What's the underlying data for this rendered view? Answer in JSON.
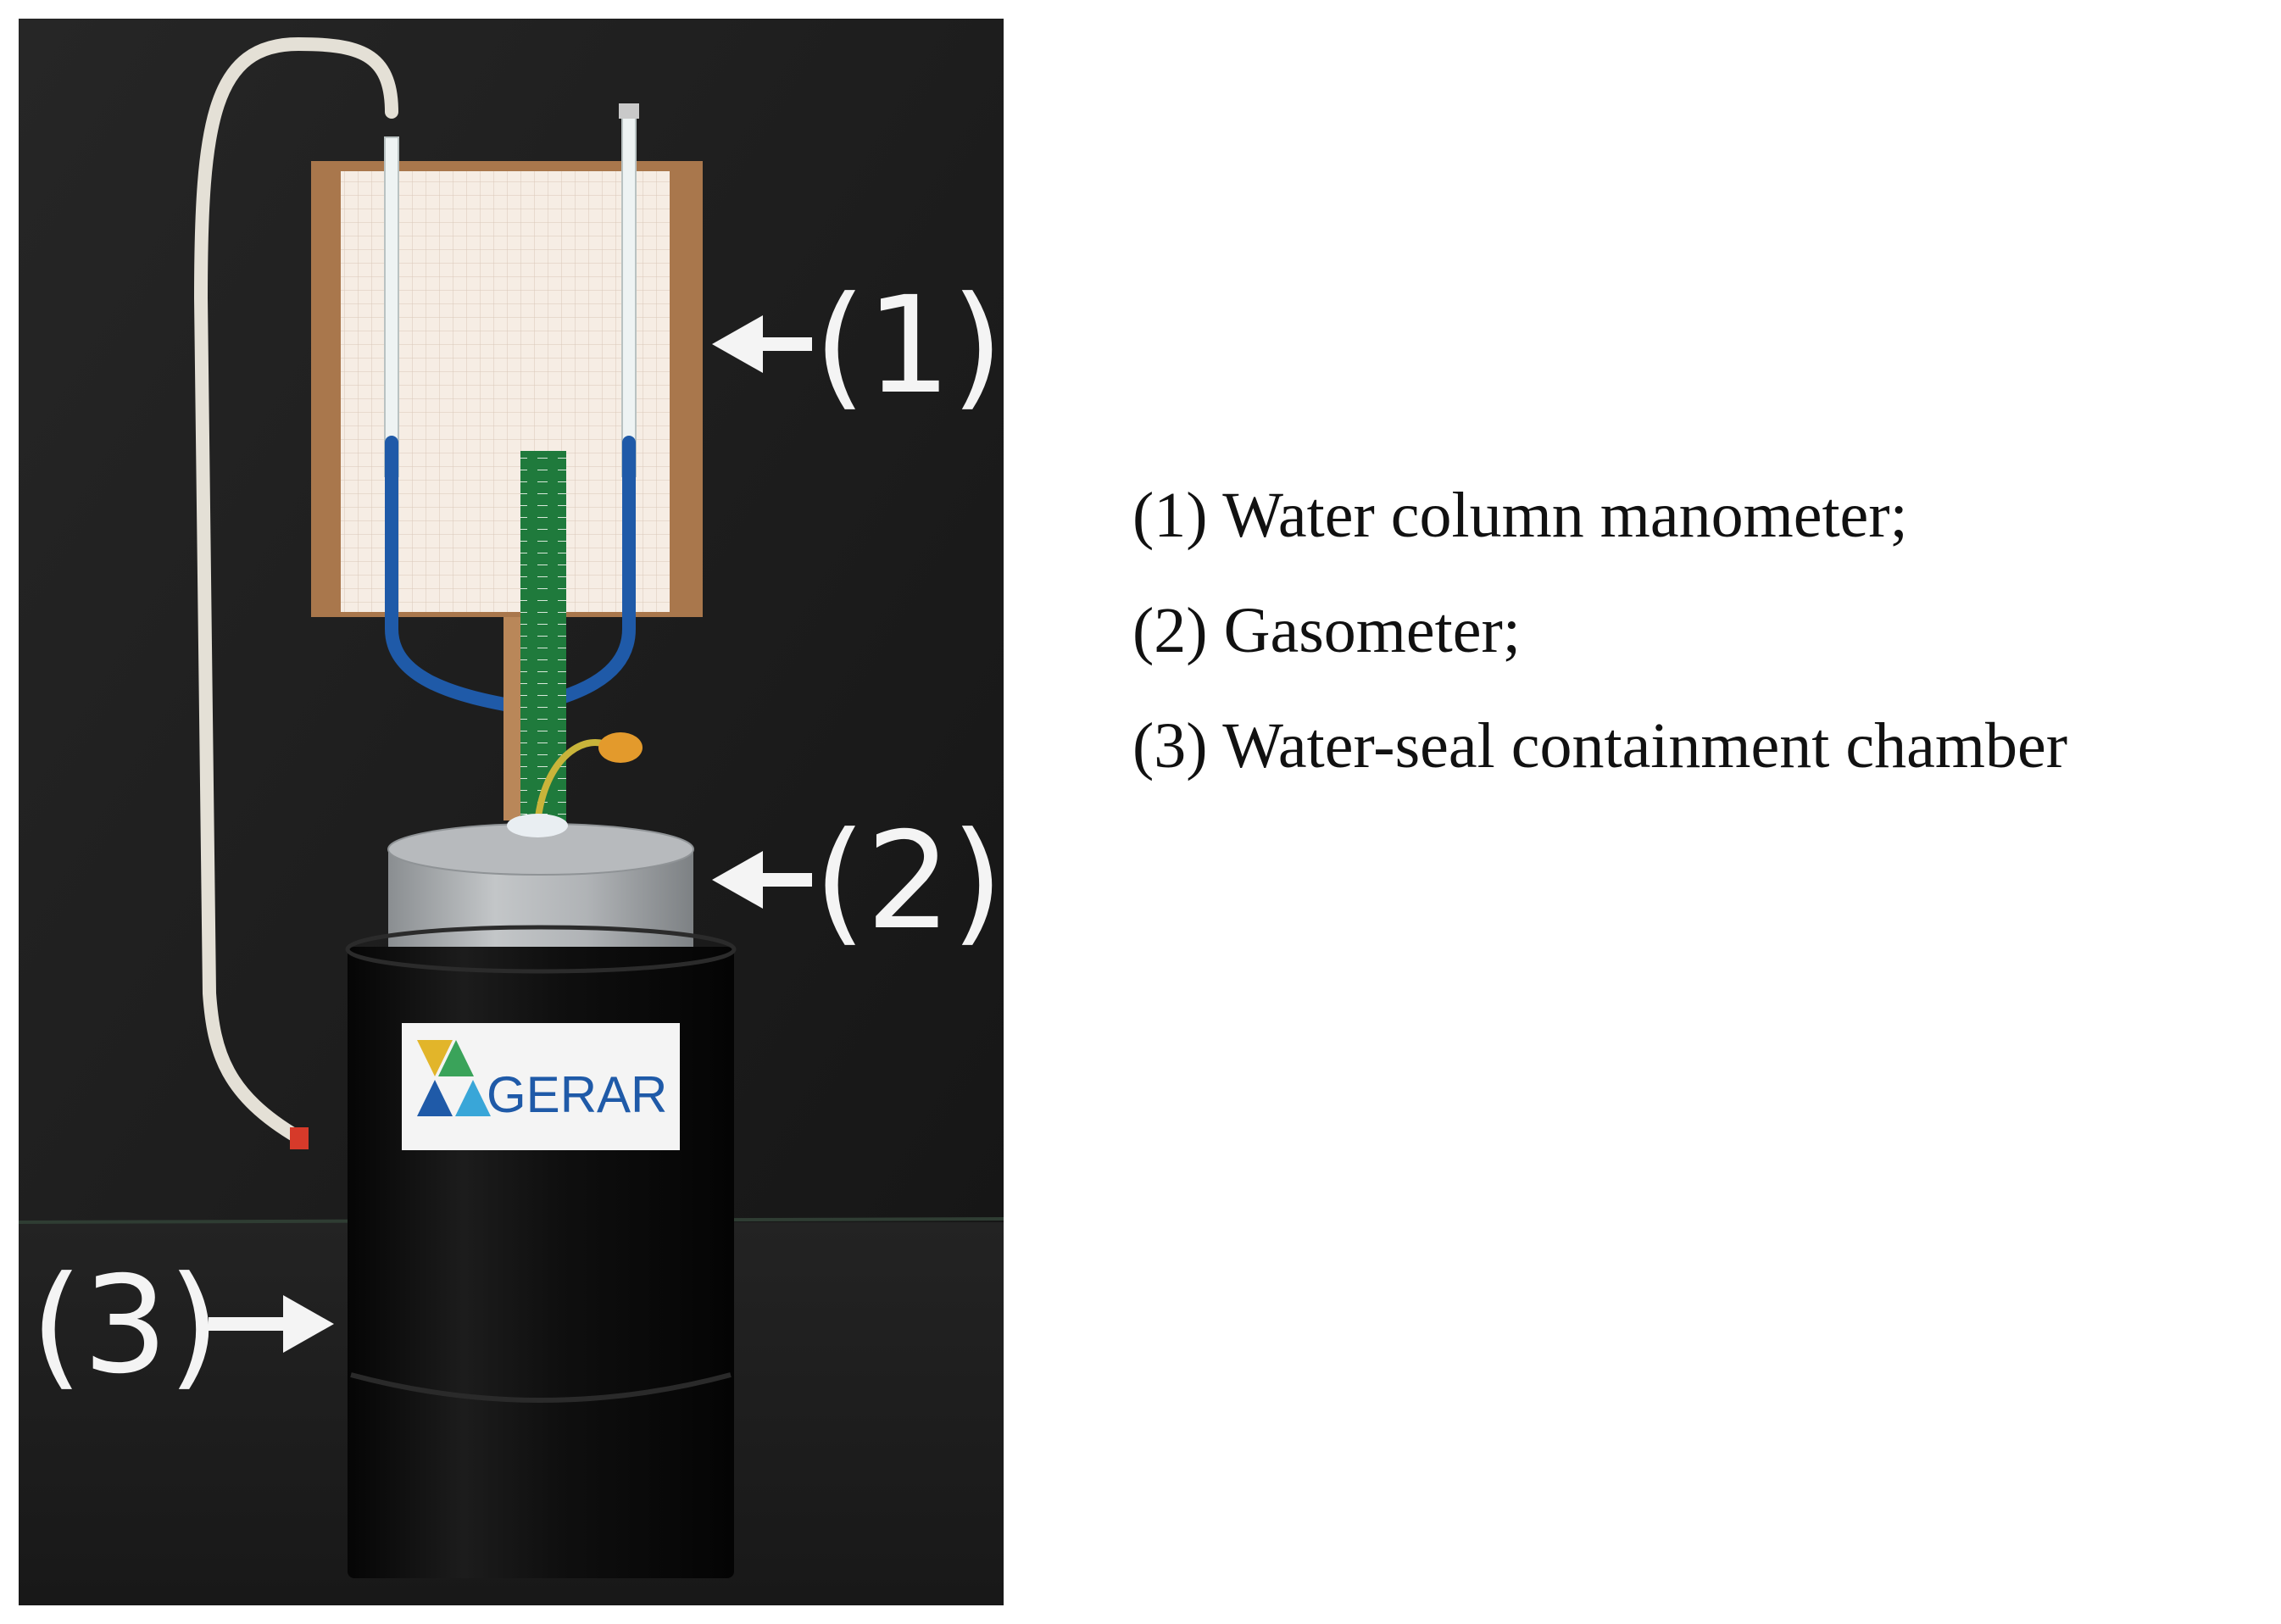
{
  "photo": {
    "logo_text": "GERAR",
    "callouts": [
      {
        "label": "(1)"
      },
      {
        "label": "(2)"
      },
      {
        "label": "(3)"
      }
    ]
  },
  "legend": {
    "items": [
      "(1) Water column manometer;",
      "(2) Gasometer;",
      "(3) Water-seal containment chamber"
    ]
  },
  "colors": {
    "backdrop": "#1c1c1c",
    "board": "#a9774c",
    "grid_paper": "#f6ede4",
    "hose": "#e4e0d6",
    "blue_tube": "#1f5aa8",
    "green_ruler": "#1f7a3c",
    "gasometer": "#a9adb0",
    "chamber": "#0c0c0c",
    "callout": "#f4f4f4"
  }
}
